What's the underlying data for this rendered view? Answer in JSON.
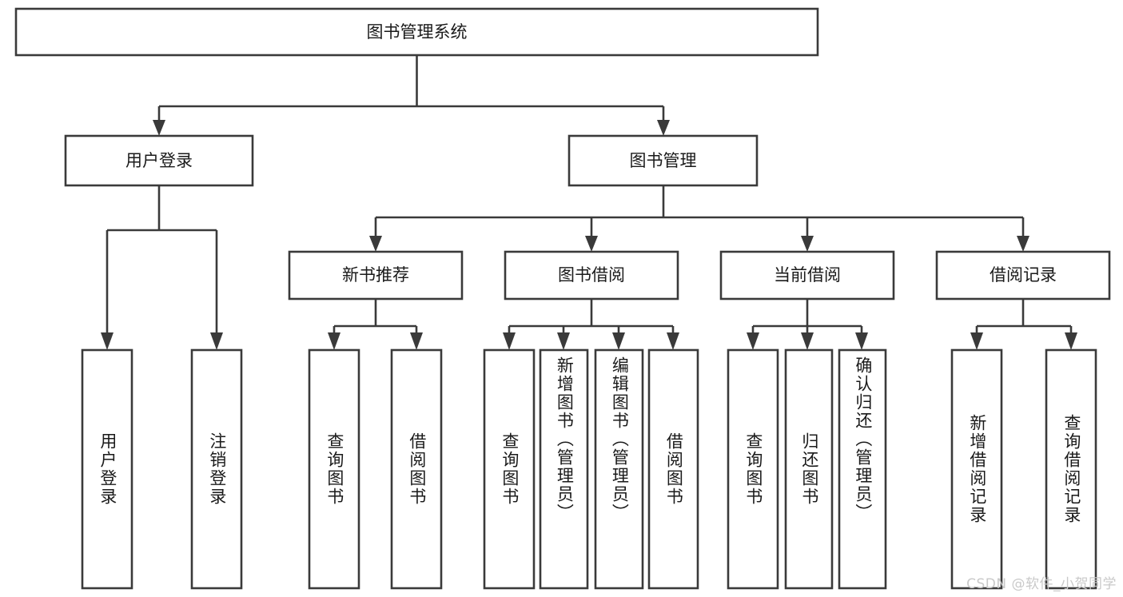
{
  "diagram": {
    "title": "图书管理系统",
    "type": "hierarchy-tree",
    "watermark": "CSDN @软件_小贺同学",
    "colors": {
      "stroke": "#3a3a3a",
      "box_fill": "#ffffff",
      "text": "#1a1a1a",
      "background": "#ffffff",
      "watermark": "#c9c9c9"
    },
    "levels": {
      "root": {
        "label": "图书管理系统"
      },
      "level2": [
        {
          "label": "用户登录"
        },
        {
          "label": "图书管理"
        }
      ],
      "level3": [
        {
          "label": "新书推荐"
        },
        {
          "label": "图书借阅"
        },
        {
          "label": "当前借阅"
        },
        {
          "label": "借阅记录"
        }
      ],
      "leaves": [
        {
          "label": "用户登录",
          "parent": "用户登录"
        },
        {
          "label": "注销登录",
          "parent": "用户登录"
        },
        {
          "label": "查询图书",
          "parent": "新书推荐"
        },
        {
          "label": "借阅图书",
          "parent": "新书推荐"
        },
        {
          "label": "查询图书",
          "parent": "图书借阅"
        },
        {
          "label": "新增图书（管理员）",
          "parent": "图书借阅"
        },
        {
          "label": "编辑图书（管理员）",
          "parent": "图书借阅"
        },
        {
          "label": "借阅图书",
          "parent": "图书借阅"
        },
        {
          "label": "查询图书",
          "parent": "当前借阅"
        },
        {
          "label": "归还图书",
          "parent": "当前借阅"
        },
        {
          "label": "确认归还（管理员）",
          "parent": "当前借阅"
        },
        {
          "label": "新增借阅记录",
          "parent": "借阅记录"
        },
        {
          "label": "查询借阅记录",
          "parent": "借阅记录"
        }
      ]
    }
  }
}
